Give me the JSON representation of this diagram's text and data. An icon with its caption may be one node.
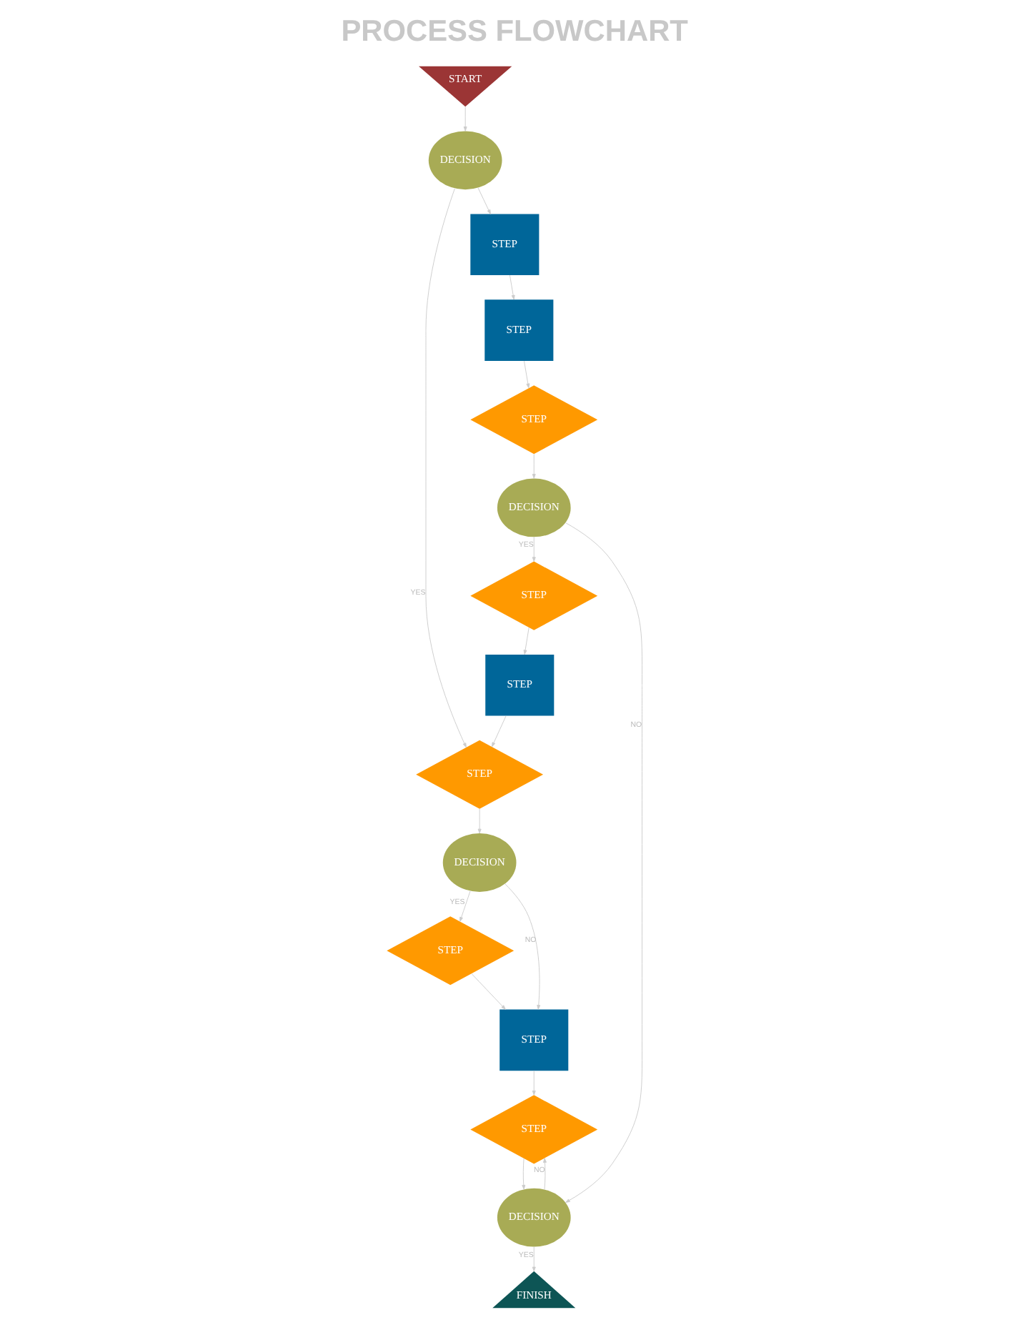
{
  "diagram": {
    "title": "PROCESS FLOWCHART",
    "nodes": [
      {
        "text": [
          "START"
        ]
      },
      {
        "text": [
          "DECISION"
        ]
      },
      {
        "text": [
          "STEP"
        ]
      },
      {
        "text": [
          "DECISION"
        ]
      },
      {
        "text": [
          "STEP"
        ]
      },
      {
        "text": [
          "STEP"
        ]
      },
      {
        "text": [
          "STEP"
        ]
      },
      {
        "text": [
          "STEP"
        ]
      },
      {
        "text": [
          "STEP"
        ]
      },
      {
        "text": [
          "STEP"
        ]
      },
      {
        "text": [
          "STEP"
        ]
      },
      {
        "text": [
          "DECISION"
        ]
      },
      {
        "text": [
          "STEP"
        ]
      },
      {
        "text": [
          "DECISION"
        ]
      },
      {
        "text": [
          "FINISH"
        ]
      }
    ],
    "edges": [
      {
        "from": 0,
        "to": 3,
        "arrow": "to"
      },
      {
        "from": 3,
        "to": 4,
        "arrow": "to",
        "label": "YES"
      },
      {
        "from": 3,
        "to": 6,
        "arrow": "to"
      },
      {
        "from": 6,
        "to": 10,
        "arrow": "to"
      },
      {
        "from": 10,
        "to": 12,
        "arrow": "to"
      },
      {
        "from": 12,
        "to": 13,
        "arrow": "to"
      },
      {
        "from": 13,
        "to": 9,
        "arrow": "to",
        "label": "YES"
      },
      {
        "from": 13,
        "to": 11,
        "arrow": "to",
        "label": "NO"
      },
      {
        "from": 9,
        "to": 7,
        "arrow": "to"
      },
      {
        "from": 7,
        "to": 4,
        "arrow": "to"
      },
      {
        "from": 4,
        "to": 1,
        "arrow": "to"
      },
      {
        "from": 1,
        "to": 2,
        "arrow": "to",
        "label": "YES"
      },
      {
        "from": 1,
        "to": 5,
        "arrow": "to",
        "label": "NO"
      },
      {
        "from": 2,
        "to": 5,
        "arrow": "to"
      },
      {
        "from": 5,
        "to": 8,
        "arrow": "to"
      },
      {
        "from": 8,
        "to": 11,
        "arrow": "to"
      },
      {
        "from": 11,
        "to": 8,
        "arrow": "to",
        "label": "NO"
      },
      {
        "from": 11,
        "to": 14,
        "arrow": "to",
        "label": "YES"
      }
    ]
  }
}
